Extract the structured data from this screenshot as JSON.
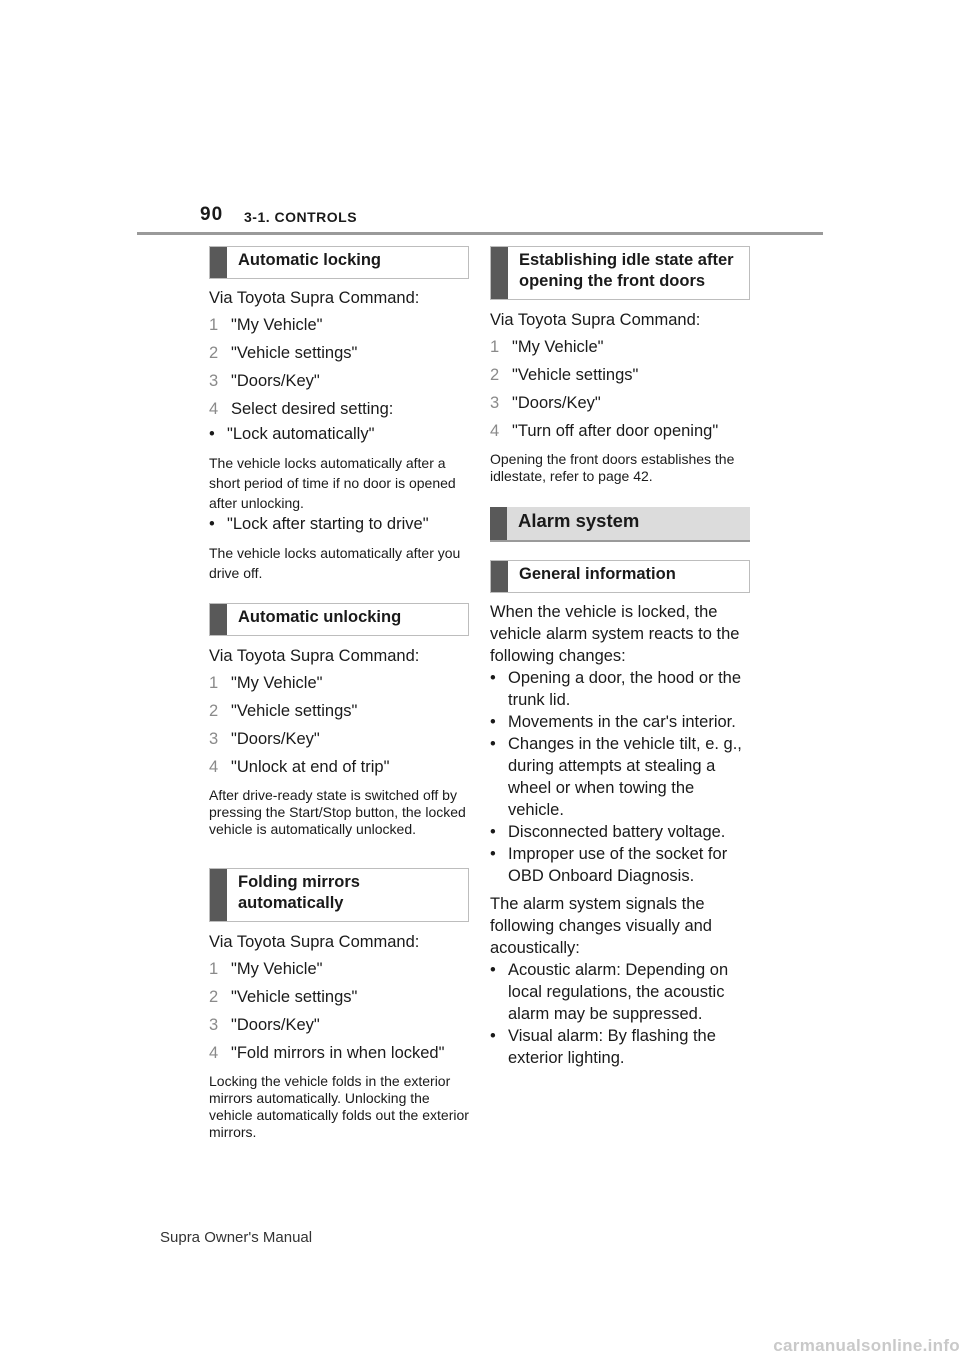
{
  "header": {
    "page_number": "90",
    "section": "3-1. CONTROLS"
  },
  "left": {
    "automatic_locking": {
      "heading": "Automatic locking",
      "intro": "Via Toyota Supra Command:",
      "steps": [
        {
          "n": "1",
          "text": "\"My Vehicle\""
        },
        {
          "n": "2",
          "text": "\"Vehicle settings\""
        },
        {
          "n": "3",
          "text": "\"Doors/Key\""
        },
        {
          "n": "4",
          "text": "Select desired setting:"
        }
      ],
      "option1": "\"Lock automatically\"",
      "option1_note": "The vehicle locks automatically after a short period of time if no door is opened after unlocking.",
      "option2": "\"Lock after starting to drive\"",
      "option2_note": "The vehicle locks automatically after you drive off."
    },
    "automatic_unlocking": {
      "heading": "Automatic unlocking",
      "intro": "Via Toyota Supra Command:",
      "steps": [
        {
          "n": "1",
          "text": "\"My Vehicle\""
        },
        {
          "n": "2",
          "text": "\"Vehicle settings\""
        },
        {
          "n": "3",
          "text": "\"Doors/Key\""
        },
        {
          "n": "4",
          "text": "\"Unlock at end of trip\""
        }
      ],
      "note": "After drive-ready state is switched off by pressing the Start/Stop button, the locked vehicle is automatically unlocked."
    },
    "folding_mirrors": {
      "heading": "Folding mirrors automatically",
      "intro": "Via Toyota Supra Command:",
      "steps": [
        {
          "n": "1",
          "text": "\"My Vehicle\""
        },
        {
          "n": "2",
          "text": "\"Vehicle settings\""
        },
        {
          "n": "3",
          "text": "\"Doors/Key\""
        },
        {
          "n": "4",
          "text": "\"Fold mirrors in when locked\""
        }
      ],
      "note": "Locking the vehicle folds in the exterior mirrors automatically. Unlocking the vehicle automatically folds out the exterior mirrors."
    }
  },
  "right": {
    "idle_state": {
      "heading": "Establishing idle state after opening the front doors",
      "intro": "Via Toyota Supra Command:",
      "steps": [
        {
          "n": "1",
          "text": "\"My Vehicle\""
        },
        {
          "n": "2",
          "text": "\"Vehicle settings\""
        },
        {
          "n": "3",
          "text": "\"Doors/Key\""
        },
        {
          "n": "4",
          "text": "\"Turn off after door opening\""
        }
      ],
      "note": "Opening the front doors establishes the idlestate, refer to page 42."
    },
    "alarm_system": {
      "heading": "Alarm system"
    },
    "general_information": {
      "heading": "General information",
      "intro": "When the vehicle is locked, the vehicle alarm system reacts to the following changes:",
      "changes": [
        "Opening a door, the hood or the trunk lid.",
        "Movements in the car's interior.",
        "Changes in the vehicle tilt, e. g., during attempts at stealing a wheel or when towing the vehicle.",
        "Disconnected battery voltage.",
        "Improper use of the socket for OBD Onboard Diagnosis."
      ],
      "signals_intro": "The alarm system signals the following changes visually and acoustically:",
      "signals": [
        "Acoustic alarm: Depending on local regulations, the acoustic alarm may be suppressed.",
        "Visual alarm: By flashing the exterior lighting."
      ]
    }
  },
  "footer": {
    "manual_title": "Supra Owner's Manual",
    "watermark": "carmanualsonline.info"
  }
}
